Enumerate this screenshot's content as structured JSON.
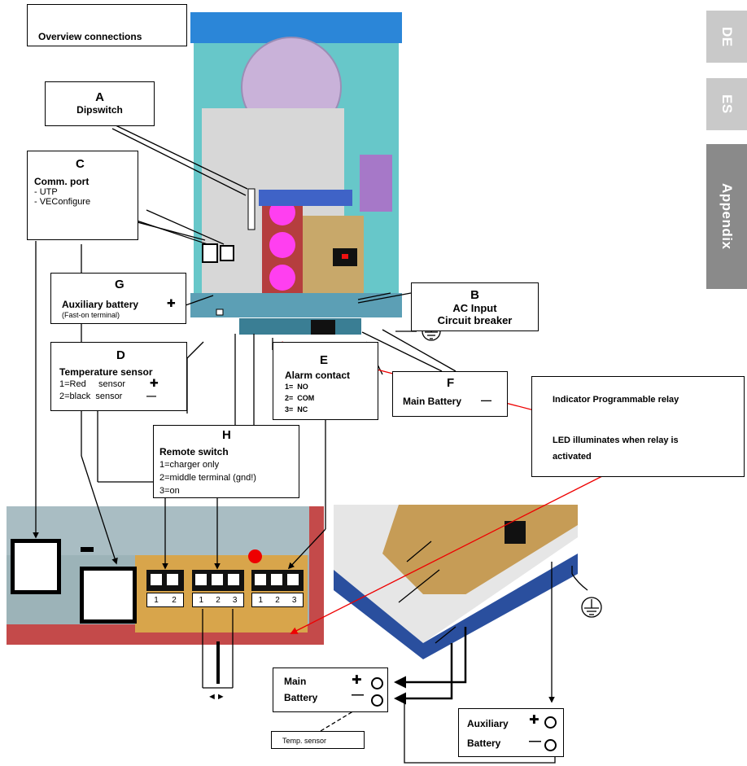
{
  "side_tabs": [
    "DE",
    "ES",
    "Appendix"
  ],
  "title": "Overview connections",
  "A": {
    "letter": "A",
    "name": "Dipswitch"
  },
  "C": {
    "letter": "C",
    "name": "Comm. port",
    "items": [
      "- UTP",
      "- VEConfigure"
    ]
  },
  "G": {
    "letter": "G",
    "name": "Auxiliary battery",
    "sign": "✚",
    "note": "(Fast-on terminal)"
  },
  "B": {
    "letter": "B",
    "line1": "AC Input",
    "line2": "Circuit breaker"
  },
  "D": {
    "letter": "D",
    "name": "Temperature sensor",
    "line1": "1=Red     sensor",
    "line2": "2=black  sensor",
    "plus": "✚",
    "minus": "—"
  },
  "E": {
    "letter": "E",
    "name": "Alarm contact",
    "items": [
      "1=  NO",
      "2=  COM",
      "3=  NC"
    ]
  },
  "F": {
    "letter": "F",
    "name": "Main Battery",
    "minus": "—"
  },
  "H": {
    "letter": "H",
    "name": "Remote switch",
    "items": [
      "1=charger only",
      "2=middle terminal (gnd!)",
      "3=on"
    ]
  },
  "relay_note": {
    "line1": "Indicator Programmable relay",
    "line2": "LED illuminates when relay is",
    "line3": "activated"
  },
  "terminals": {
    "t2": [
      "1",
      "2"
    ],
    "t3a": [
      "1",
      "2",
      "3"
    ],
    "t3b": [
      "1",
      "2",
      "3"
    ]
  },
  "main_battery": {
    "line1": "Main",
    "line2": "Battery",
    "plus": "✚",
    "minus": "—"
  },
  "aux_battery": {
    "line1": "Auxiliary",
    "line2": "Battery",
    "plus": "✚",
    "minus": "—"
  },
  "temp_sensor": "Temp. sensor",
  "arrow_symbol": "◄►",
  "ground_symbol": "⏚"
}
